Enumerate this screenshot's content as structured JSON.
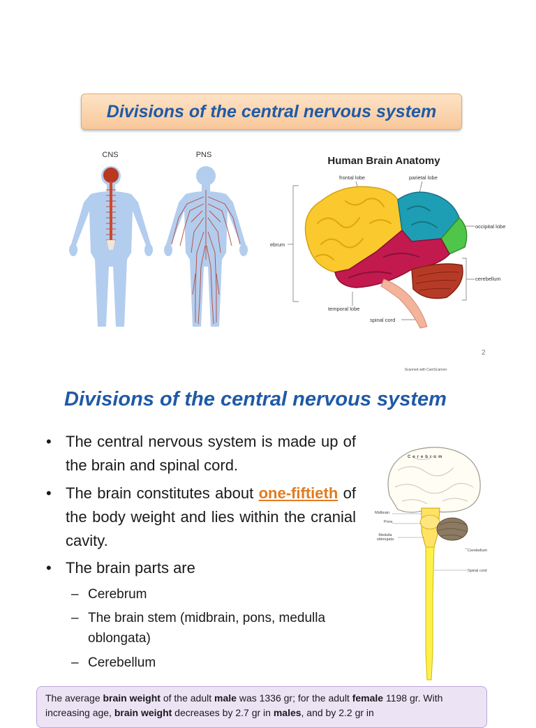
{
  "slide1": {
    "title": "Divisions of the central nervous system",
    "cns_label": "CNS",
    "pns_label": "PNS",
    "brain_anatomy": {
      "title": "Human Brain Anatomy",
      "frontal_lobe": "frontal lobe",
      "parietal_lobe": "parietal lobe",
      "occipital_lobe": "occipital lobe",
      "cerebrum": "ebrum",
      "cerebellum": "cerebellum",
      "temporal_lobe": "temporal lobe",
      "spinal_cord": "spinal cord"
    },
    "page_number": "2",
    "scanner_text": "Scanned with CamScanner"
  },
  "slide2": {
    "title": "Divisions of the central nervous system",
    "bullet1": "The central nervous system is made up of the brain and spinal cord.",
    "bullet2_pre": "The brain constitutes about ",
    "bullet2_highlight": "one-fiftieth",
    "bullet2_post": " of the body weight and lies within the cranial cavity.",
    "bullet3": "The brain parts are",
    "parts": [
      "Cerebrum",
      "The brain stem (midbrain, pons, medulla oblongata)",
      "Cerebellum"
    ],
    "figure": {
      "cerebrum": "Cerebrum",
      "midbrain": "Midbrain",
      "pons": "Pons",
      "medulla": "Medulla oblongata",
      "cerebellum": "Cerebellum",
      "spinal_cord": "Spinal cord"
    }
  },
  "note": {
    "t1": "The average ",
    "b1": "brain weight",
    "t2": " of the adult ",
    "b2": "male",
    "t3": " was 1336 gr; for the adult ",
    "b3": "female",
    "t4": " 1198 gr. With increasing age, ",
    "b4": "brain weight",
    "t5": " decreases by 2.7 gr in ",
    "b5": "males",
    "t6": ", and by 2.2 gr in"
  }
}
